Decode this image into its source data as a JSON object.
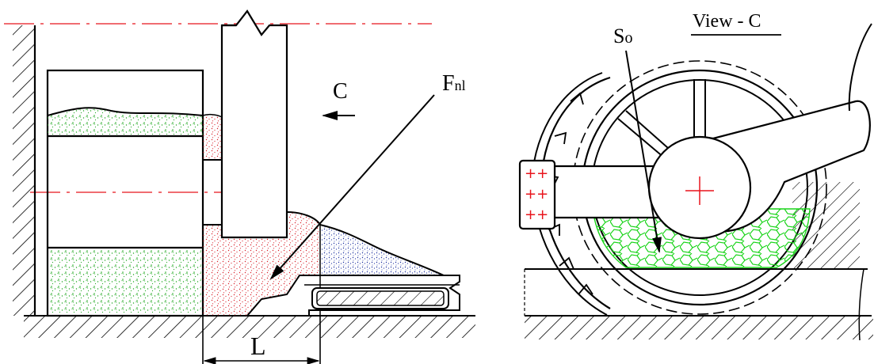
{
  "labels": {
    "c": "C",
    "fnl_main": "F",
    "fnl_sub": "nl",
    "l": "L",
    "so_main": "S",
    "so_sub": "o",
    "view_c": "View - C"
  },
  "plus_marks": [
    "++",
    "++",
    "++"
  ],
  "colors": {
    "line": "#000000",
    "centerline": "#e8141c",
    "green_fill": "#1fa81f",
    "red_fill": "#d8202a",
    "blue_fill": "#1c2fa0",
    "mesh": "#19d419"
  }
}
